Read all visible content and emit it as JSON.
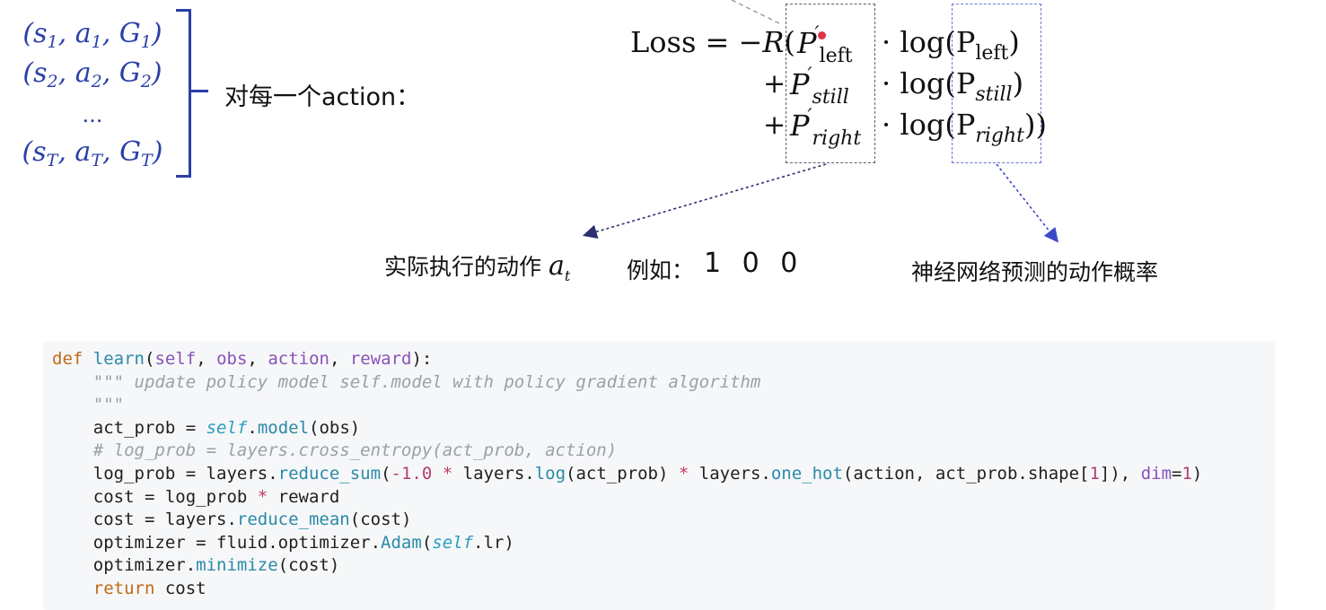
{
  "tuples": [
    {
      "s": "s",
      "a": "a",
      "g": "G",
      "sub": "1"
    },
    {
      "s": "s",
      "a": "a",
      "g": "G",
      "sub": "2"
    },
    {
      "s": "s",
      "a": "a",
      "g": "G",
      "sub": "T"
    }
  ],
  "ellipsis": "...",
  "for_each_label": "对每一个action：",
  "formula": {
    "lhs": "Loss = −",
    "reward_symbol": "R",
    "open_paren": "(",
    "close_parens": "))",
    "close_paren": ")",
    "plus": "+",
    "dot_log": "· log(P",
    "p_symbol": "P",
    "prime": "′",
    "terms": [
      {
        "sub": "left"
      },
      {
        "sub": "still"
      },
      {
        "sub": "right"
      }
    ]
  },
  "annotations": {
    "actual_action": "实际执行的动作",
    "a_symbol": "a",
    "a_sub": "t",
    "example_label": "例如：",
    "example_value": "1 0 0",
    "predicted_prob": "神经网络预测的动作概率"
  },
  "code": {
    "def_kw": "def",
    "fn_name": "learn",
    "params": [
      "self",
      "obs",
      "action",
      "reward"
    ],
    "docstring": "\"\"\" update policy model self.model with policy gradient algorithm",
    "docstring_end": "\"\"\"",
    "comment": "# log_prob = layers.cross_entropy(act_prob, action)",
    "return_kw": "return",
    "return_val": "cost"
  }
}
